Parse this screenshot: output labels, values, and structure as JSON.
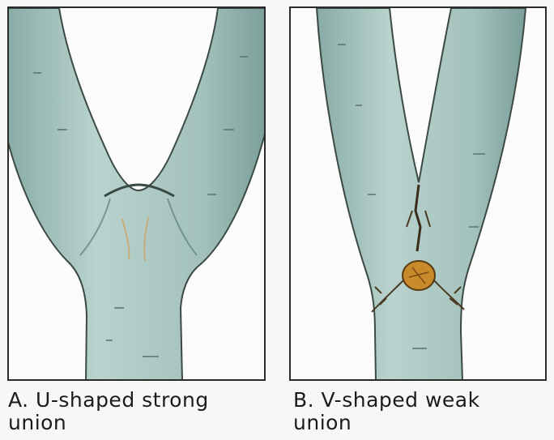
{
  "figure": {
    "panels": [
      {
        "id": "A",
        "caption_line1": "A. U-shaped strong",
        "caption_line2": "union",
        "union_shape": "U-shaped",
        "strength": "strong"
      },
      {
        "id": "B",
        "caption_line1": "B. V-shaped weak",
        "caption_line2": "union",
        "union_shape": "V-shaped",
        "strength": "weak"
      }
    ],
    "colors": {
      "bark": "#a9c6c1",
      "bark_shadow": "#6f9490",
      "outline": "#3c4a44",
      "included_bark": "#c98a2c",
      "background": "#fbfcfb"
    }
  }
}
